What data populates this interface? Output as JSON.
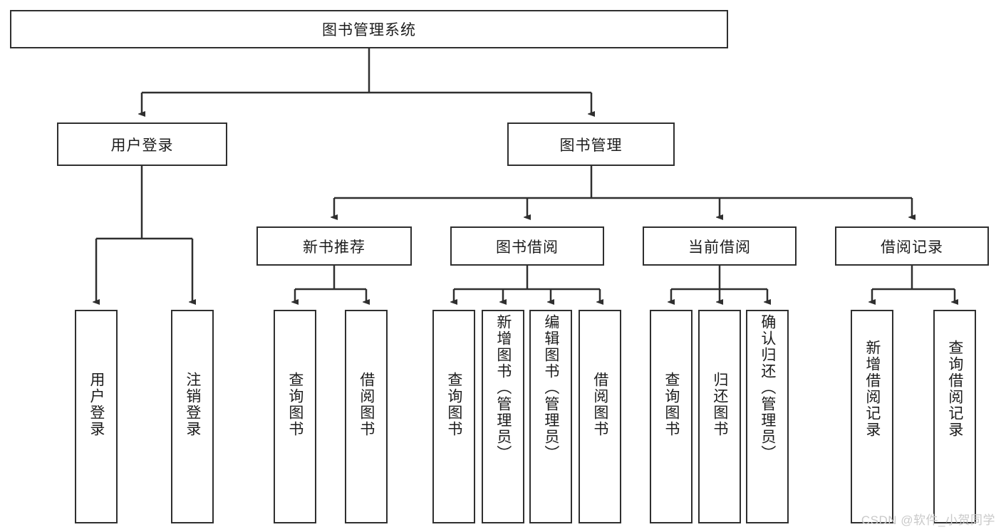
{
  "diagram": {
    "title": "图书管理系统",
    "type": "hierarchy-tree",
    "watermark": "CSDN @软件_小贺同学",
    "colors": {
      "stroke": "#2f2f2f",
      "fill": "#ffffff",
      "text": "#1c1c1c",
      "watermark": "#c9c9c9",
      "background": "#ffffff"
    },
    "root": {
      "label": "图书管理系统"
    },
    "level2": [
      {
        "label": "用户登录"
      },
      {
        "label": "图书管理"
      }
    ],
    "level3": [
      {
        "label": "新书推荐"
      },
      {
        "label": "图书借阅"
      },
      {
        "label": "当前借阅"
      },
      {
        "label": "借阅记录"
      }
    ],
    "leaves": {
      "user_login": [
        {
          "label": "用户登录"
        },
        {
          "label": "注销登录"
        }
      ],
      "new_book_recommend": [
        {
          "label": "查询图书"
        },
        {
          "label": "借阅图书"
        }
      ],
      "book_borrow": [
        {
          "label": "查询图书"
        },
        {
          "label": "新增图书（管理员）"
        },
        {
          "label": "编辑图书（管理员）"
        },
        {
          "label": "借阅图书"
        }
      ],
      "current_borrow": [
        {
          "label": "查询图书"
        },
        {
          "label": "归还图书"
        },
        {
          "label": "确认归还（管理员）"
        }
      ],
      "borrow_record": [
        {
          "label": "新增借阅记录"
        },
        {
          "label": "查询借阅记录"
        }
      ]
    }
  }
}
